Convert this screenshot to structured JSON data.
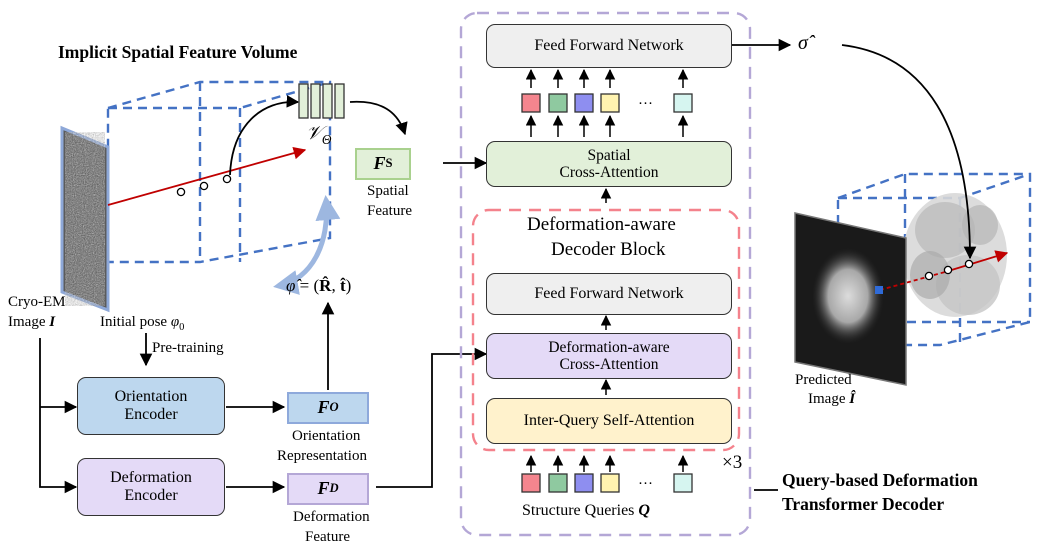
{
  "title_volume": "Implicit Spatial Feature Volume",
  "v_theta": "𝒱",
  "v_theta_sub": "Θ",
  "spatial": {
    "symbol": "F",
    "sub": "S",
    "caption_1": "Spatial",
    "caption_2": "Feature"
  },
  "pose_est": {
    "phi": "φ̂",
    "rest": " = (",
    "R": "R̂",
    "comma": ", ",
    "t": "t̂",
    "close": ")"
  },
  "cryo": {
    "line1": "Cryo-EM",
    "line2_word": "Image ",
    "line2_sym": "I"
  },
  "initial_pose": {
    "text": "Initial pose ",
    "phi": "φ",
    "sub": "0"
  },
  "pretraining": "Pre-training",
  "orientation_encoder": "Orientation Encoder",
  "deformation_encoder": "Deformation Encoder",
  "orientation_repr": {
    "symbol": "F",
    "sub": "O",
    "caption_1": "Orientation",
    "caption_2": "Representation"
  },
  "deformation_feat": {
    "symbol": "F",
    "sub": "D",
    "caption_1": "Deformation",
    "caption_2": "Feature"
  },
  "ffn_top": "Feed Forward Network",
  "sigma": "σ̂",
  "spatial_attn_1": "Spatial",
  "spatial_attn_2": "Cross-Attention",
  "dec_block_1": "Deformation-aware",
  "dec_block_2": "Decoder Block",
  "ffn_inner": "Feed Forward Network",
  "deform_attn_1": "Deformation-aware",
  "deform_attn_2": "Cross-Attention",
  "self_attn": "Inter-Query Self-Attention",
  "times3": "×3",
  "queries": {
    "text": "Structure Queries ",
    "sym": "Q"
  },
  "dots": "···",
  "qdt_1": "Query-based Deformation",
  "qdt_2": "Transformer Decoder",
  "predicted": {
    "line1": "Predicted",
    "line2_word": "Image ",
    "line2_sym": "Î"
  },
  "colors": {
    "cube": "#4472C4",
    "ray": "#C00000",
    "curve_arrow": "#9DB7E0",
    "outer_dash": "#B4A7D6",
    "inner_dash": "#F4828C",
    "blue_fill": "#BDD7EE",
    "purple_fill": "#E4DAF7",
    "green_fill": "#E2F0D9",
    "grey_fill": "#EFEFEF",
    "yellow_fill": "#FFF2CC",
    "query_colors": [
      "#F4858E",
      "#8FC9A0",
      "#8E8EF0",
      "#FFF3B0",
      "#D6F5F0"
    ]
  }
}
